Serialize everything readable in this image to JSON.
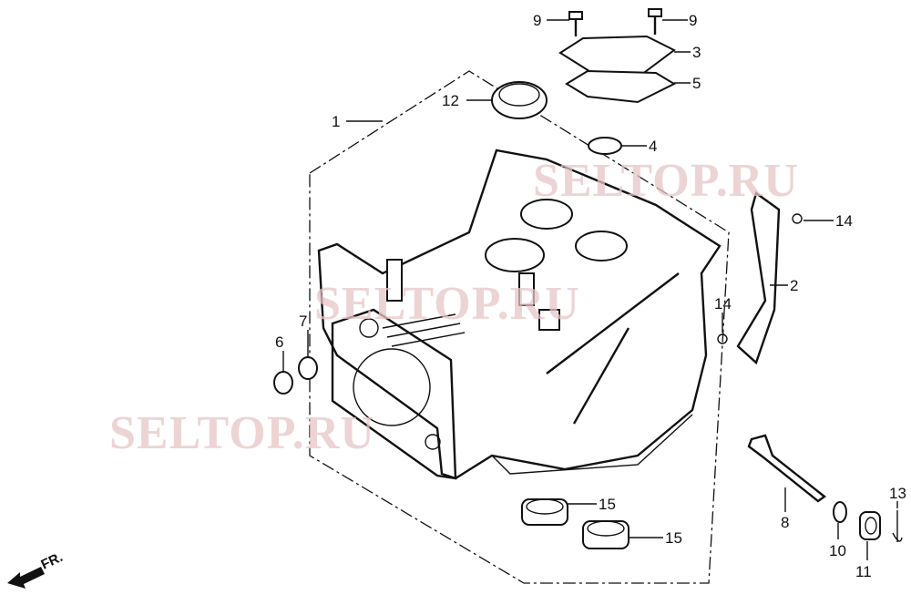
{
  "diagram": {
    "callouts": {
      "c1": "1",
      "c2": "2",
      "c3": "3",
      "c4": "4",
      "c5": "5",
      "c6": "6",
      "c7": "7",
      "c8": "8",
      "c9a": "9",
      "c9b": "9",
      "c10": "10",
      "c11": "11",
      "c12": "12",
      "c13": "13",
      "c14a": "14",
      "c14b": "14",
      "c15a": "15",
      "c15b": "15"
    },
    "front_marker": "FR.",
    "watermark": "SELTOP.RU"
  }
}
